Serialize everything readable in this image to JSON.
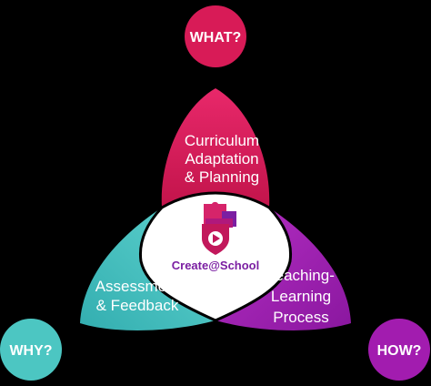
{
  "colors": {
    "background": "#000000",
    "curriculum": "#d81b57",
    "assessment": "#4cc6c2",
    "teaching": "#a21caf",
    "center": "#ffffff",
    "outline": "#ffffff",
    "logo_pink": "#d6246a",
    "logo_purple": "#7b1fa2"
  },
  "badges": {
    "what": "WHAT?",
    "why": "WHY?",
    "how": "HOW?"
  },
  "petals": {
    "curriculum": [
      "Curriculum",
      "Adaptation",
      "& Planning"
    ],
    "assessment": [
      "Assessment",
      "& Feedback"
    ],
    "teaching": [
      "Teaching-",
      "Learning",
      "Process"
    ]
  },
  "logo": {
    "icon": "puzzle-play-icon",
    "brand": "Create@School"
  }
}
